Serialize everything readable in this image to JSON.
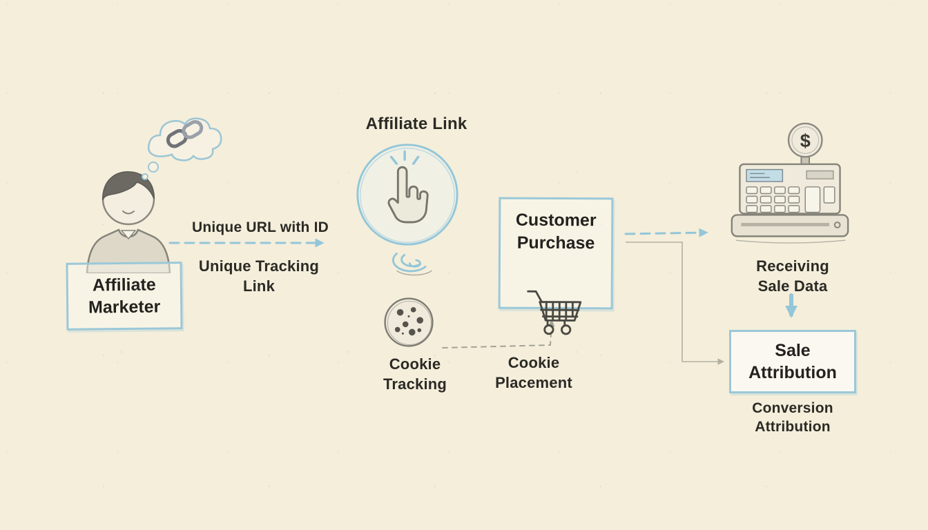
{
  "colors": {
    "background": "#f4eedb",
    "accent_blue": "#93c6d8",
    "ink": "#2b2a25",
    "sketch_gray": "#8a887f"
  },
  "nodes": {
    "affiliate_marketer": {
      "label": "Affiliate\nMarketer"
    },
    "affiliate_link": {
      "title": "Affiliate Link"
    },
    "customer_purchase": {
      "label": "Customer\nPurchase"
    },
    "cash_register": {
      "currency_symbol": "$"
    },
    "sale_attribution": {
      "label": "Sale\nAttribution"
    }
  },
  "labels": {
    "unique_url": "Unique URL with ID",
    "unique_tracking_link": "Unique Tracking\nLink",
    "cookie_tracking": "Cookie\nTracking",
    "cookie_placement": "Cookie\nPlacement",
    "receiving_sale_data": "Receiving\nSale Data",
    "conversion_attribution": "Conversion\nAttribution"
  },
  "icons": {
    "thought_bubble": "chain-link",
    "affiliate_link_circle": "click-hand",
    "below_circle": "spiral",
    "cookie": "chocolate-chip-cookie",
    "customer_purchase": "shopping-cart",
    "sale_data": "cash-register-with-dollar"
  }
}
